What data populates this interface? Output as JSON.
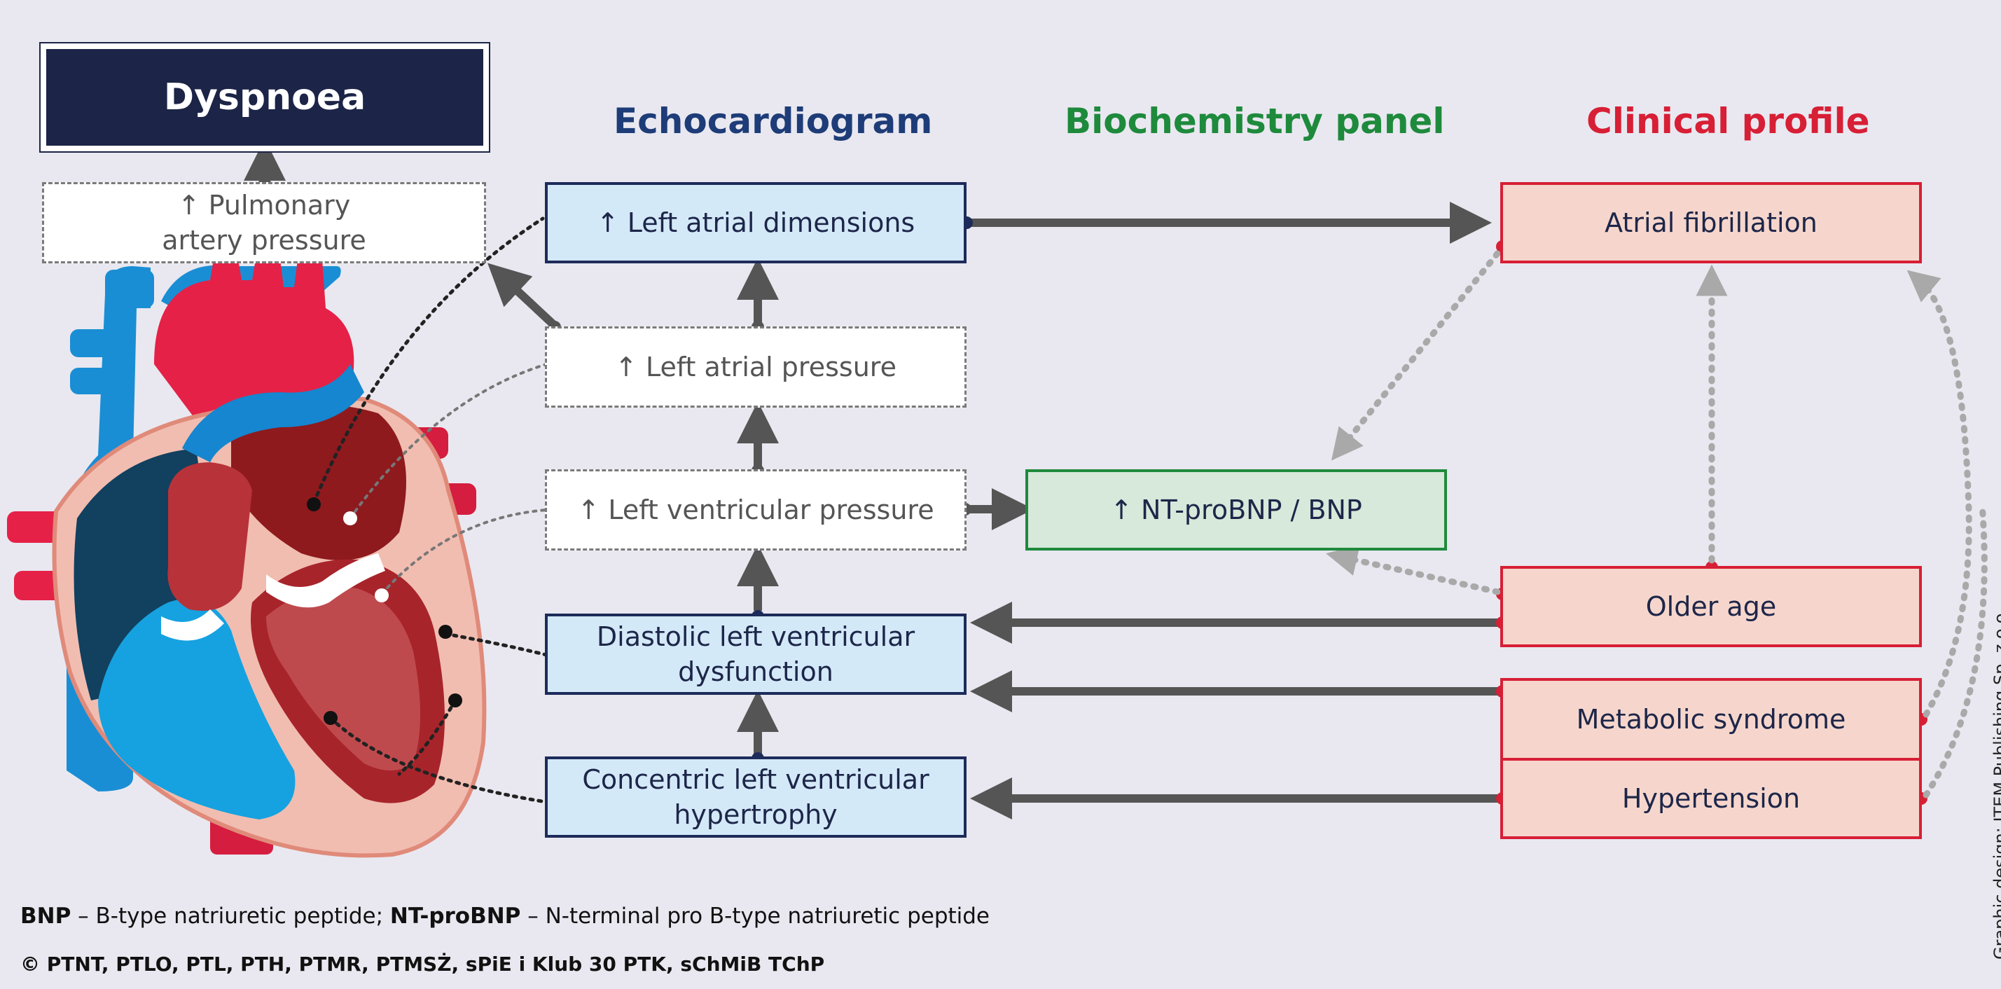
{
  "title_box": "Dyspnoea",
  "headers": {
    "echocardiogram": "Echocardiogram",
    "biochemistry": "Biochemistry panel",
    "clinical": "Clinical profile"
  },
  "colors": {
    "echocardiogram": "#1d3c78",
    "biochemistry": "#1e8a3c",
    "clinical": "#d71f35",
    "title_bg": "#1c2447"
  },
  "nodes": {
    "pulmonary": {
      "line1": "↑ Pulmonary",
      "line2": "artery pressure"
    },
    "la_dimensions": "↑ Left atrial dimensions",
    "la_pressure": "↑ Left atrial pressure",
    "lv_pressure": "↑ Left ventricular pressure",
    "diastolic": {
      "line1": "Diastolic left ventricular",
      "line2": "dysfunction"
    },
    "concentric": {
      "line1": "Concentric left ventricular",
      "line2": "hypertrophy"
    },
    "ntprobnp": "↑ NT-proBNP / BNP",
    "af": "Atrial fibrillation",
    "older_age": "Older age",
    "metabolic": "Metabolic syndrome",
    "hypertension": "Hypertension"
  },
  "footnote": {
    "abbr1": "BNP",
    "def1": " – B-type natriuretic peptide; ",
    "abbr2": "NT-proBNP",
    "def2": " – N-terminal pro B-type natriuretic peptide"
  },
  "copyright": "© PTNT, PTLO, PTL, PTH, PTMR, PTMSŻ, sPiE i Klub 30 PTK, sChMiB TChP",
  "credit": "Graphic design: ITEM Publishing Sp. z o.o.",
  "icons": [
    "heart-illustration"
  ]
}
